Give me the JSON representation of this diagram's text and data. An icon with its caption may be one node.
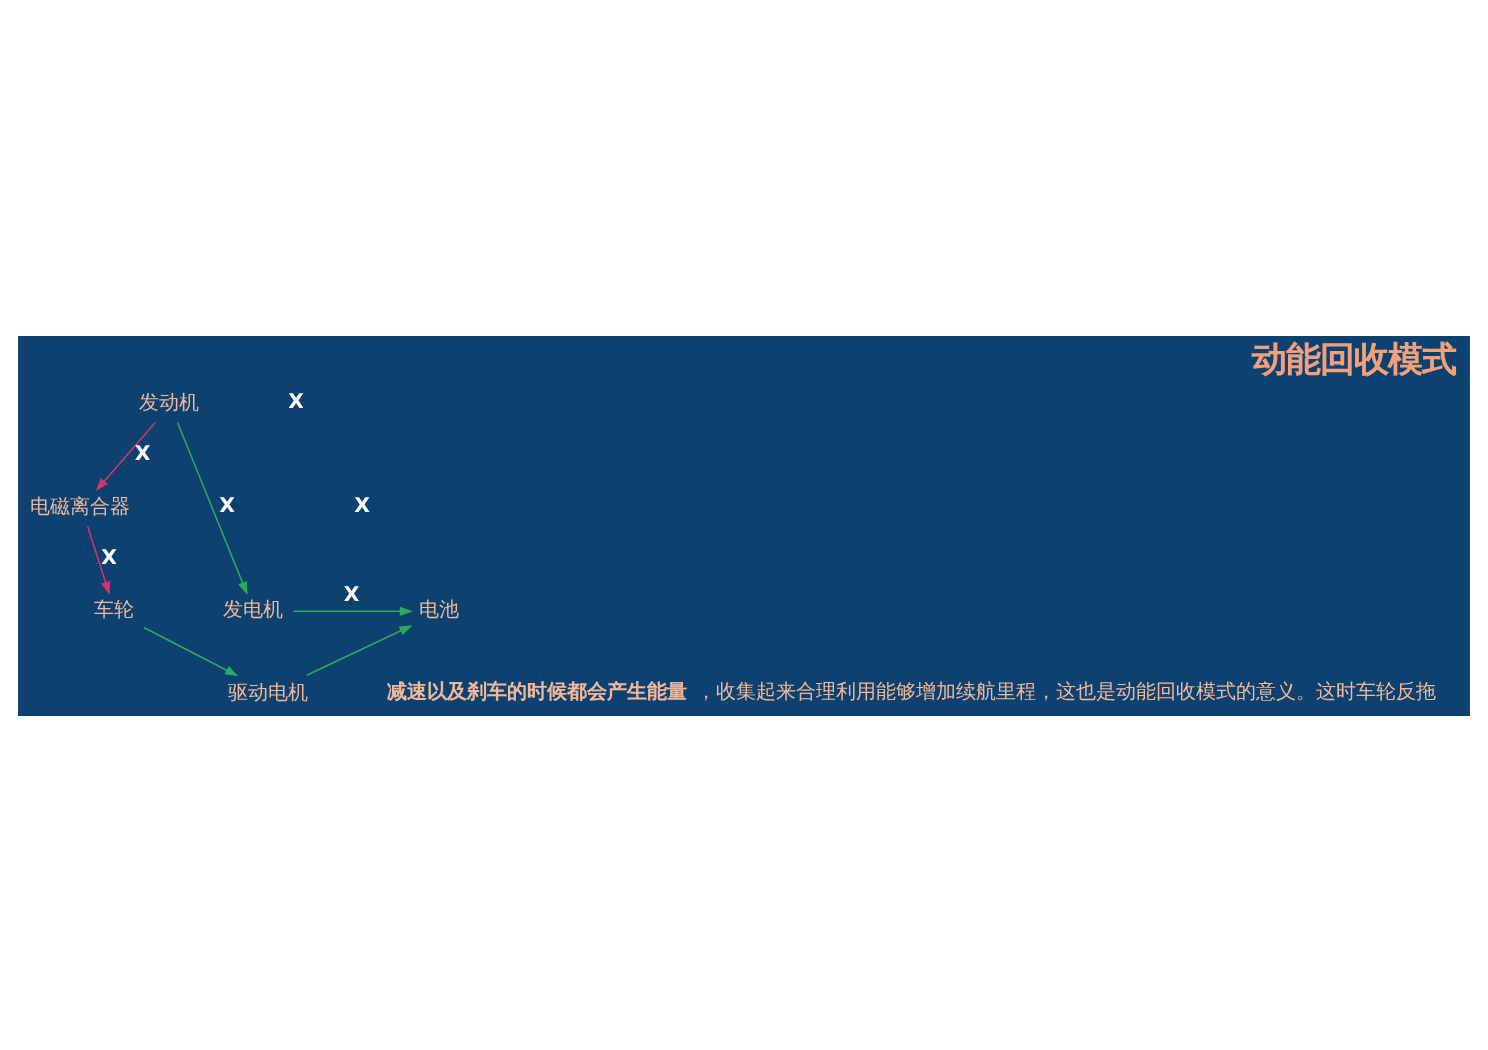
{
  "diagram": {
    "title": "动能回收模式",
    "caption": "**减速以及刹车的时候都会产生能量**，收集起来合理利用能够增加续航里程，这也是动能回收模式的意义。这时车轮反拖",
    "nodes": [
      {
        "text": [
          "发动机"
        ]
      },
      {
        "text": [
          "电磁离合器"
        ]
      },
      {
        "text": [
          "车轮"
        ]
      },
      {
        "text": [
          "发电机"
        ]
      },
      {
        "text": [
          "电池"
        ]
      },
      {
        "text": [
          "驱动电机"
        ]
      }
    ],
    "edges": [
      {
        "from": 0,
        "to": 1,
        "arrow": "to",
        "label": "X",
        "color": "#d6336f"
      },
      {
        "from": 1,
        "to": 2,
        "arrow": "to",
        "label": "X",
        "color": "#d6336f"
      },
      {
        "from": 0,
        "to": 3,
        "arrow": "to",
        "label": "X"
      },
      {
        "from": 3,
        "to": 4,
        "arrow": "to",
        "label": "X"
      },
      {
        "from": 2,
        "to": 5,
        "arrow": "to"
      },
      {
        "from": 5,
        "to": 4,
        "arrow": "to"
      }
    ],
    "labels": [
      "X",
      "X"
    ]
  }
}
